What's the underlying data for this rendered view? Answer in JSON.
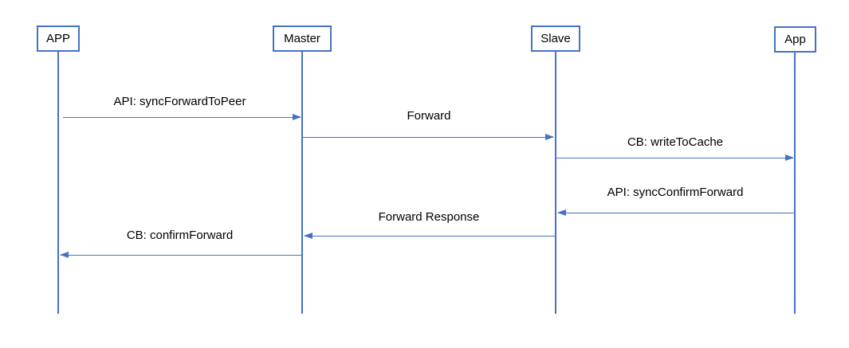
{
  "diagram": {
    "type": "sequence-diagram",
    "accent_color": "#4472C4",
    "text_color": "#000000",
    "background_color": "#ffffff",
    "actors": [
      {
        "label": "APP"
      },
      {
        "label": "Master"
      },
      {
        "label": "Slave"
      },
      {
        "label": "App"
      }
    ],
    "messages": [
      {
        "label": "API: syncForwardToPeer",
        "from": "APP",
        "to": "Master"
      },
      {
        "label": "Forward",
        "from": "Master",
        "to": "Slave"
      },
      {
        "label": "CB: writeToCache",
        "from": "Slave",
        "to": "App"
      },
      {
        "label": "API: syncConfirmForward",
        "from": "App",
        "to": "Slave"
      },
      {
        "label": "Forward Response",
        "from": "Slave",
        "to": "Master"
      },
      {
        "label": "CB: confirmForward",
        "from": "Master",
        "to": "APP"
      }
    ]
  }
}
